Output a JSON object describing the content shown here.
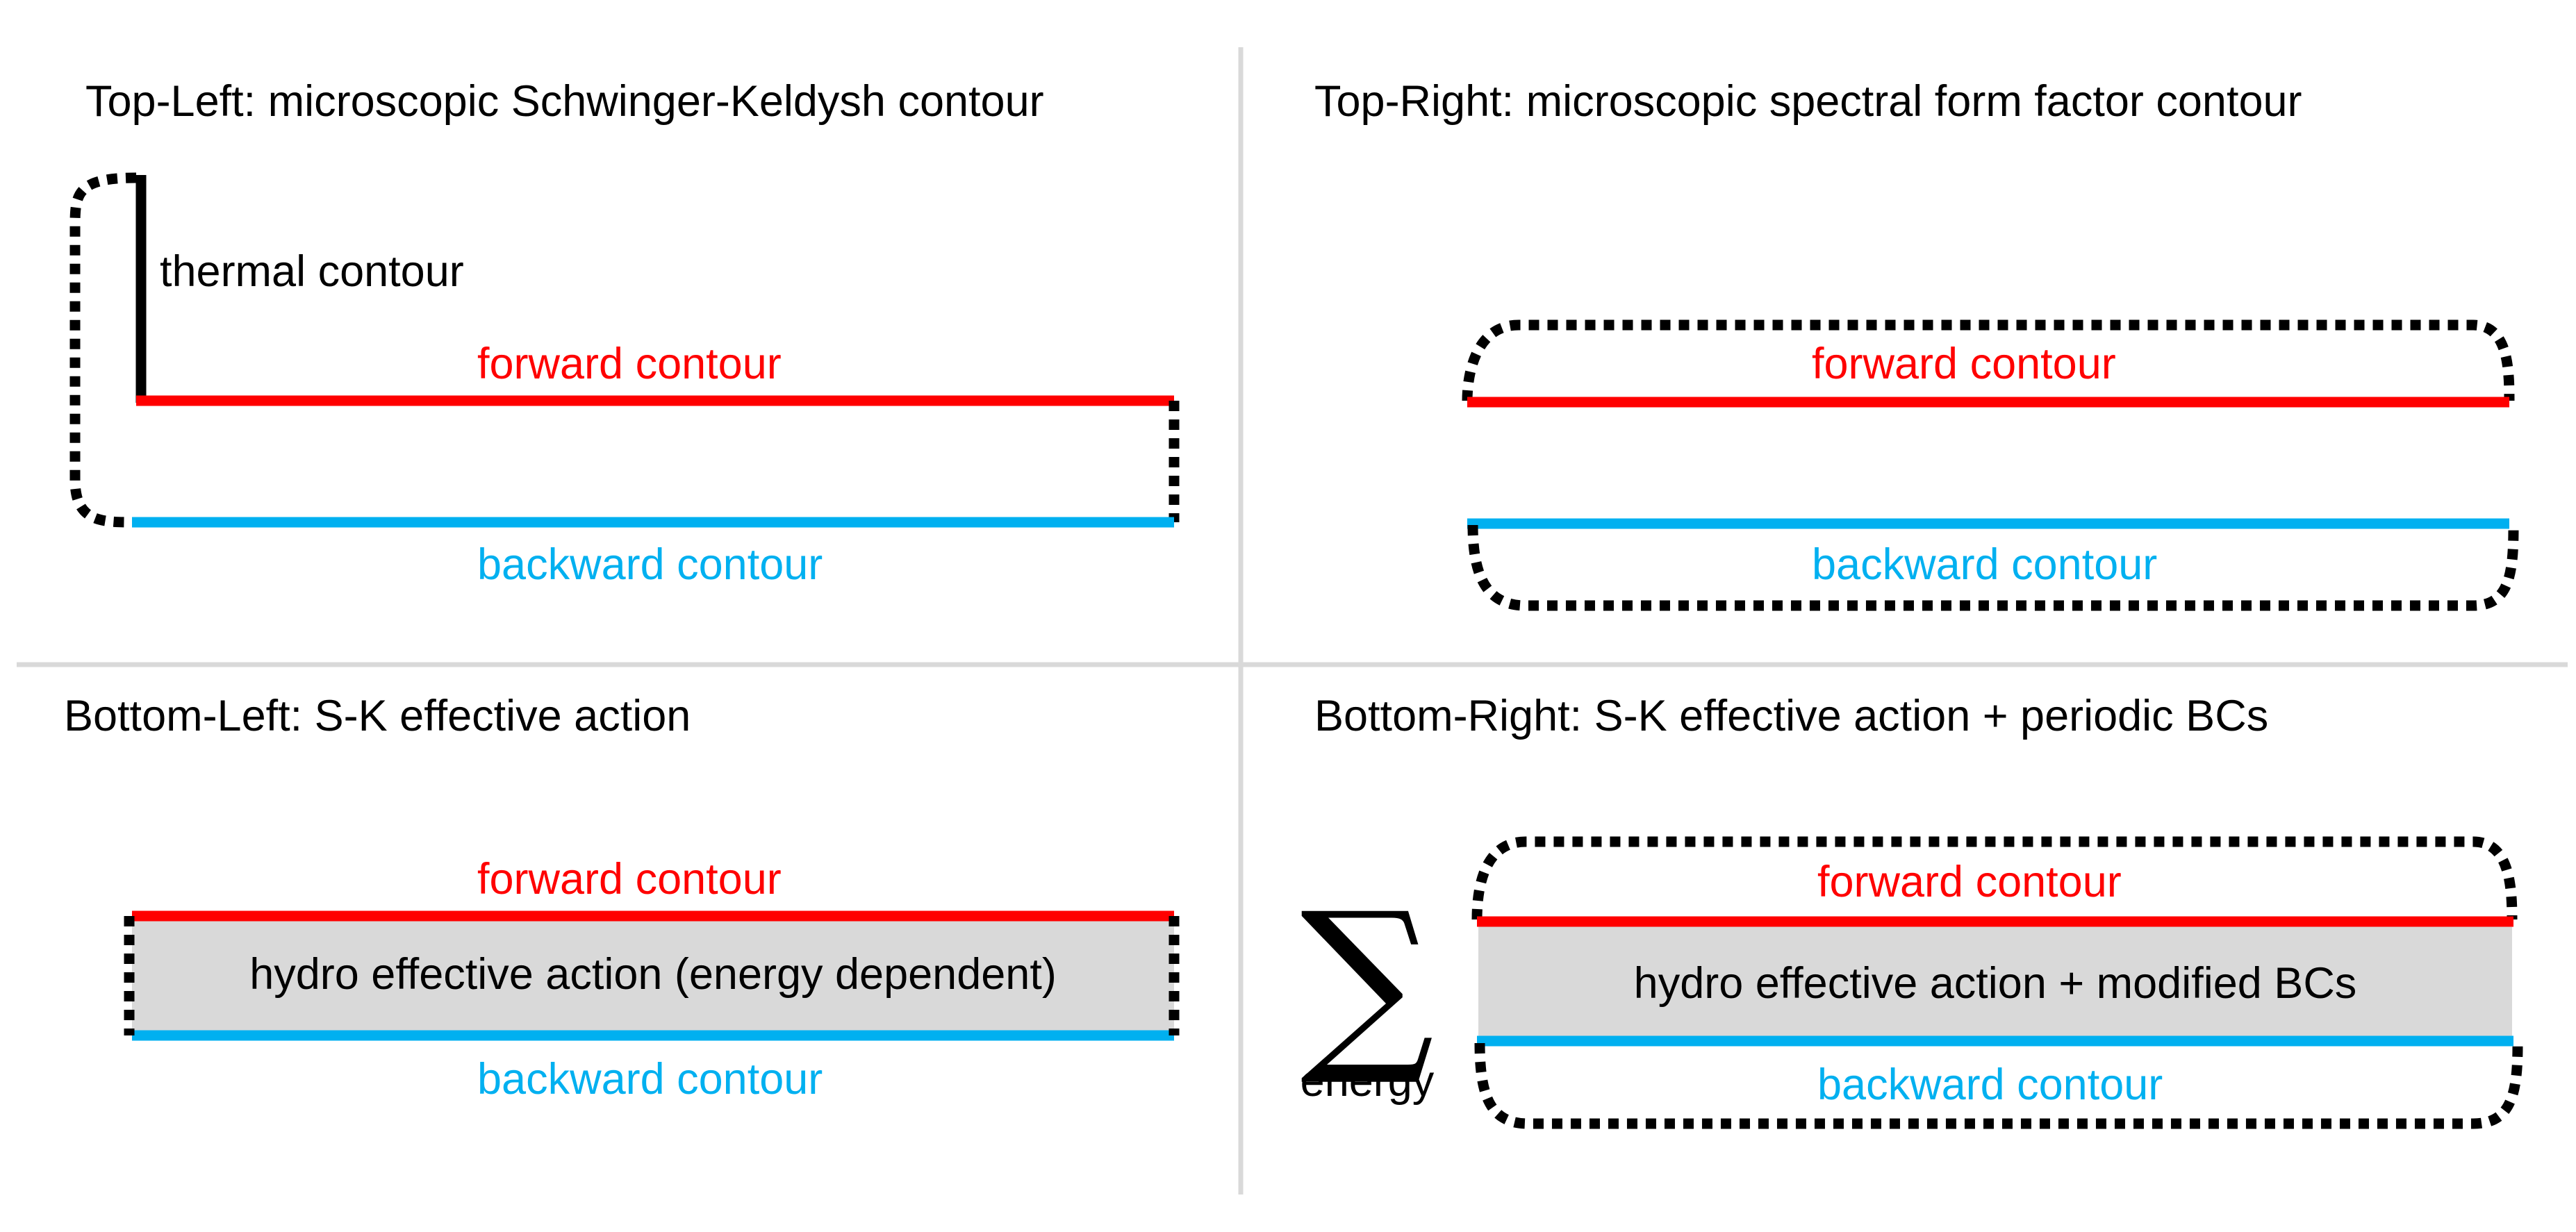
{
  "panels": {
    "top_left": {
      "title": "Top-Left: microscopic Schwinger-Keldysh contour",
      "thermal_label": "thermal contour",
      "forward_label": "forward contour",
      "backward_label": "backward contour"
    },
    "top_right": {
      "title": "Top-Right: microscopic spectral form factor contour",
      "forward_label": "forward contour",
      "backward_label": "backward contour"
    },
    "bottom_left": {
      "title": "Bottom-Left: S-K effective action",
      "forward_label": "forward contour",
      "backward_label": "backward contour",
      "box_label": "hydro effective action (energy dependent)"
    },
    "bottom_right": {
      "title": "Bottom-Right: S-K effective action + periodic BCs",
      "forward_label": "forward contour",
      "backward_label": "backward contour",
      "box_label": "hydro effective action + modified BCs",
      "sum_symbol": "∑",
      "sum_label": "energy"
    }
  },
  "colors": {
    "forward": "#ff0000",
    "backward": "#00b0f0",
    "thermal": "#000000",
    "dotted": "#000000",
    "box_fill": "#d9d9d9",
    "divider": "#d9d9d9"
  }
}
